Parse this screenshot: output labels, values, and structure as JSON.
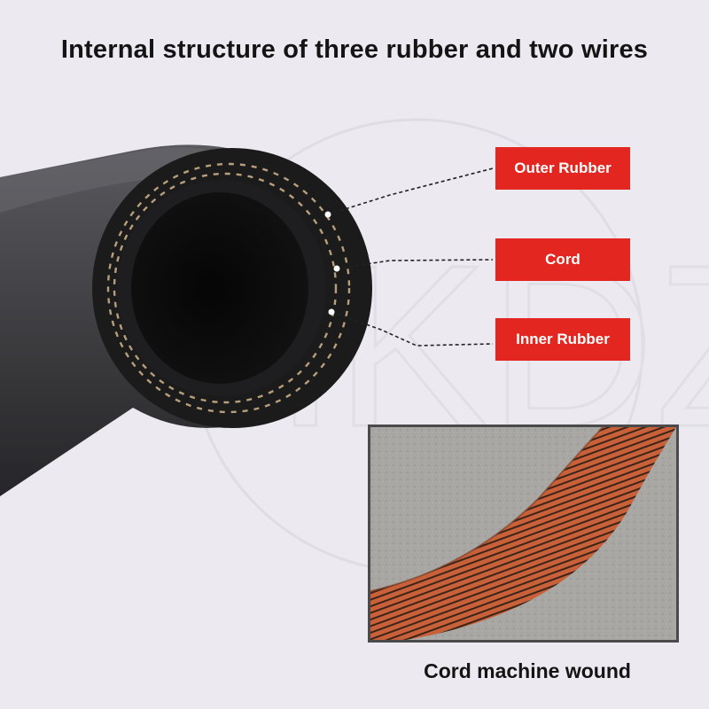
{
  "title": "Internal structure of three rubber and two wires",
  "labels": {
    "outer": "Outer Rubber",
    "cord": "Cord",
    "inner": "Inner Rubber"
  },
  "inset_caption": "Cord machine wound",
  "watermark": "HKDZ",
  "colors": {
    "background": "#eceaf0",
    "label_bg": "#e3261f",
    "hose": "#3b3b3e",
    "cord": "#c8613a"
  }
}
